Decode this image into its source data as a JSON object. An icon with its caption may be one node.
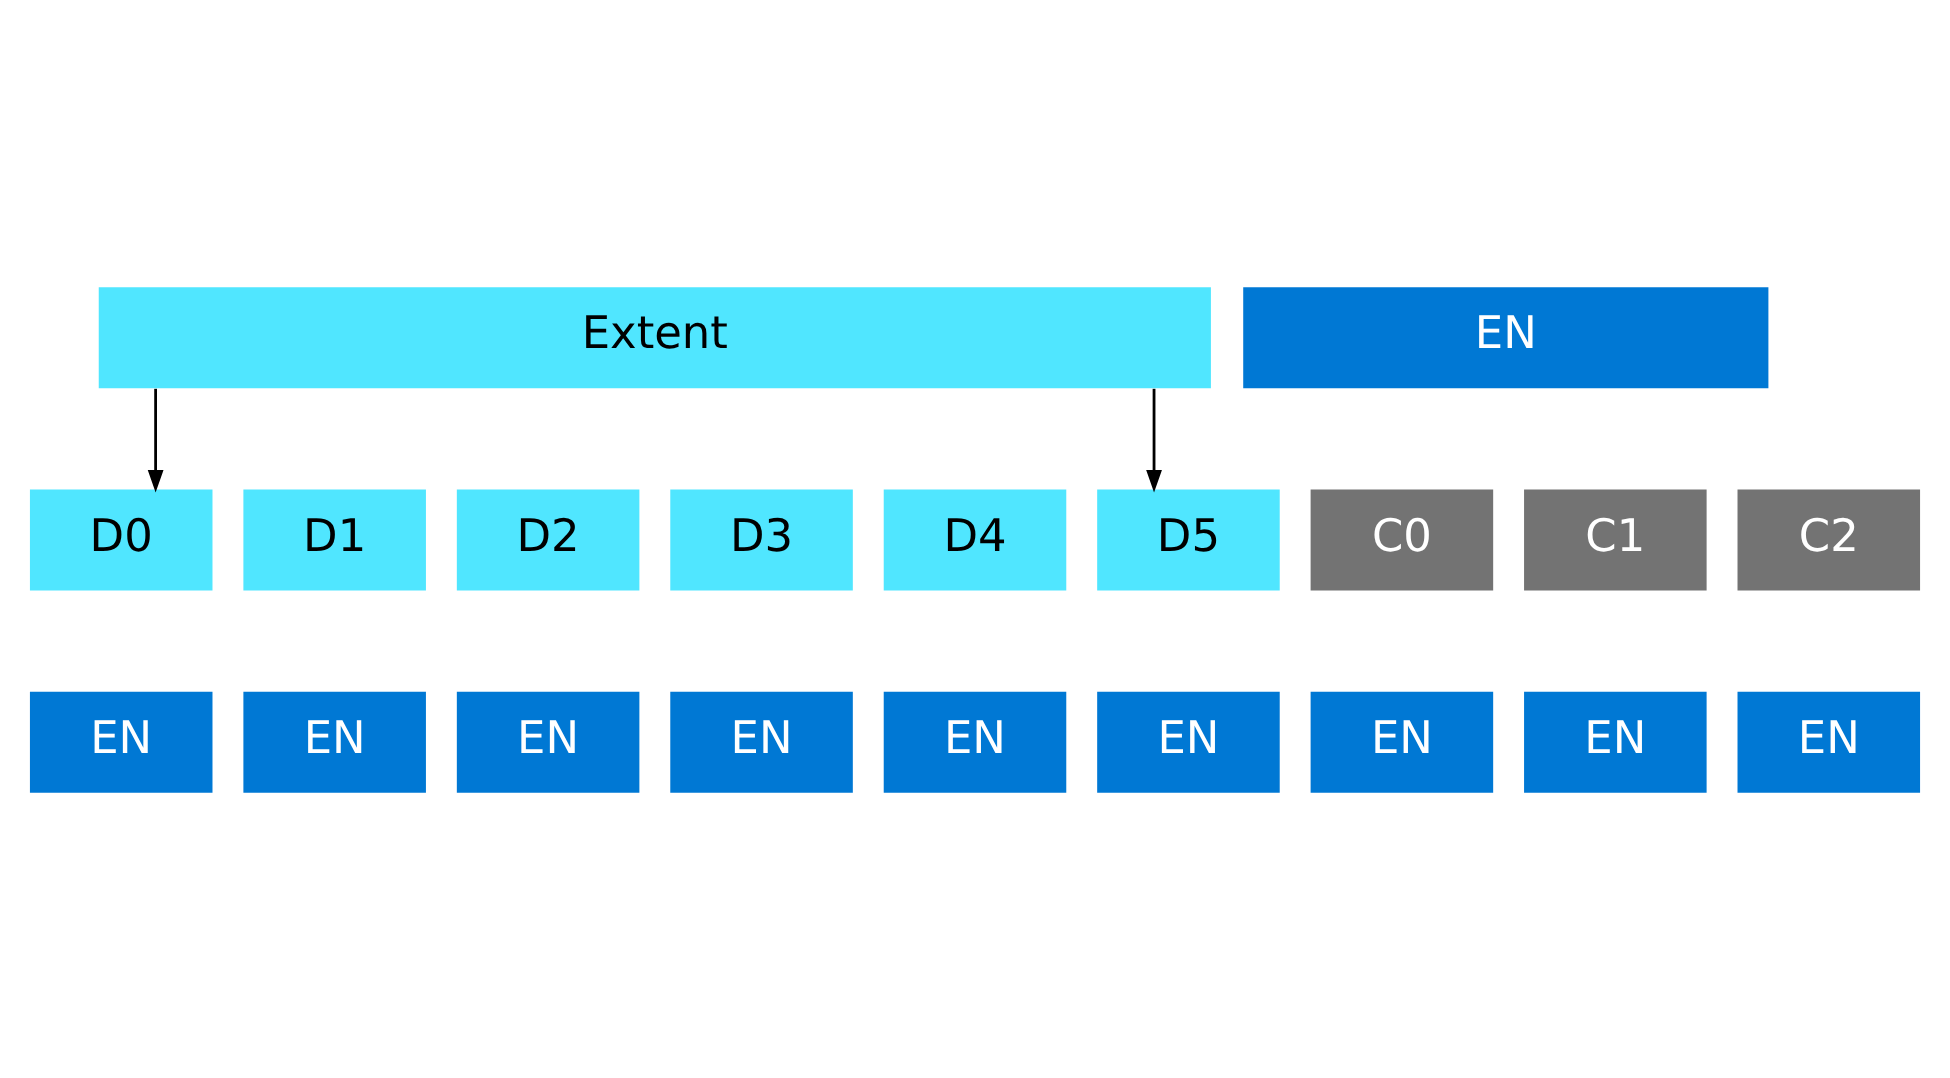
{
  "diagram": {
    "nodes": [
      {
        "text": [
          "Extent"
        ]
      },
      {
        "text": [
          "EN"
        ]
      },
      {
        "text": [
          "D0"
        ]
      },
      {
        "text": [
          "D1"
        ]
      },
      {
        "text": [
          "D2"
        ]
      },
      {
        "text": [
          "D3"
        ]
      },
      {
        "text": [
          "D4"
        ]
      },
      {
        "text": [
          "D5"
        ]
      },
      {
        "text": [
          "C0"
        ]
      },
      {
        "text": [
          "C1"
        ]
      },
      {
        "text": [
          "C2"
        ]
      },
      {
        "text": [
          "EN"
        ]
      },
      {
        "text": [
          "EN"
        ]
      },
      {
        "text": [
          "EN"
        ]
      },
      {
        "text": [
          "EN"
        ]
      },
      {
        "text": [
          "EN"
        ]
      },
      {
        "text": [
          "EN"
        ]
      },
      {
        "text": [
          "EN"
        ]
      },
      {
        "text": [
          "EN"
        ]
      },
      {
        "text": [
          "EN"
        ]
      }
    ],
    "edges": [
      {
        "from": 0,
        "to": 2,
        "arrow": "to"
      },
      {
        "from": 0,
        "to": 7,
        "arrow": "to"
      }
    ]
  }
}
